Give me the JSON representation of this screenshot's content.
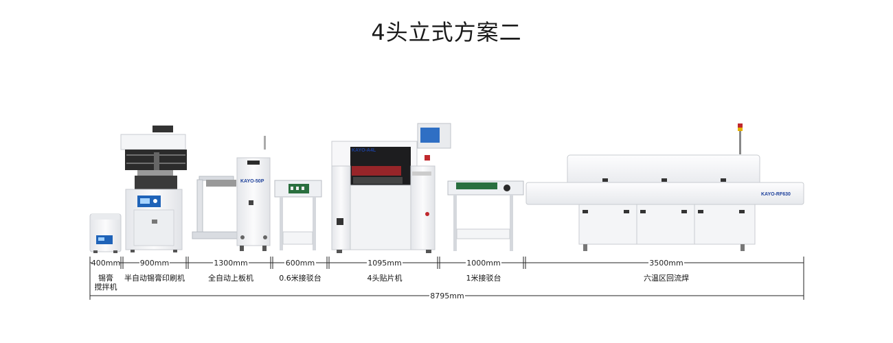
{
  "title": "4头立式方案二",
  "colors": {
    "machine": "#f2f3f5",
    "panel": "#1f63b8",
    "dark": "#2b2b2b",
    "red": "#c0282d",
    "line": "#222222"
  },
  "machines": [
    {
      "id": "mixer",
      "width_label": "400mm",
      "label_lines": [
        "锡膏",
        "搅拌机"
      ]
    },
    {
      "id": "printer",
      "width_label": "900mm",
      "label_lines": [
        "半自动锡膏印刷机"
      ]
    },
    {
      "id": "loader",
      "width_label": "1300mm",
      "label_lines": [
        "全自动上板机"
      ],
      "brand": "KAYO-50P"
    },
    {
      "id": "conveyor1",
      "width_label": "600mm",
      "label_lines": [
        "0.6米接驳台"
      ]
    },
    {
      "id": "pnp",
      "width_label": "1095mm",
      "label_lines": [
        "4头贴片机"
      ],
      "brand": "KAYO-A4L"
    },
    {
      "id": "conveyor2",
      "width_label": "1000mm",
      "label_lines": [
        "1米接驳台"
      ]
    },
    {
      "id": "reflow",
      "width_label": "3500mm",
      "label_lines": [
        "六温区回流焊"
      ],
      "brand": "KAYO-RF630"
    }
  ],
  "total_label": "8795mm"
}
